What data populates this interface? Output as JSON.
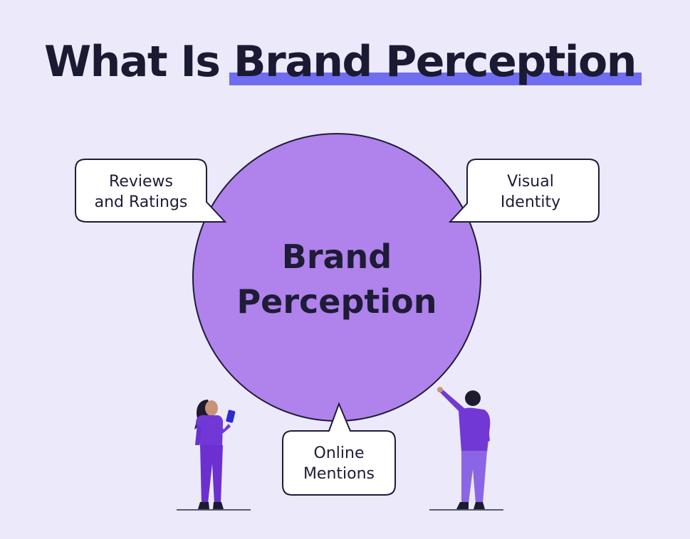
{
  "title": {
    "prefix": "What Is ",
    "highlight": "Brand Perception"
  },
  "center": {
    "line1": "Brand",
    "line2": "Perception"
  },
  "callouts": {
    "reviews": {
      "line1": "Reviews",
      "line2": "and Ratings"
    },
    "visual": {
      "line1": "Visual",
      "line2": "Identity"
    },
    "online": {
      "line1": "Online",
      "line2": "Mentions"
    }
  },
  "colors": {
    "background": "#ebe9fa",
    "circle": "#b082ec",
    "underline": "#6f6df0",
    "figure": "#7238d6",
    "text": "#1b1a33"
  }
}
